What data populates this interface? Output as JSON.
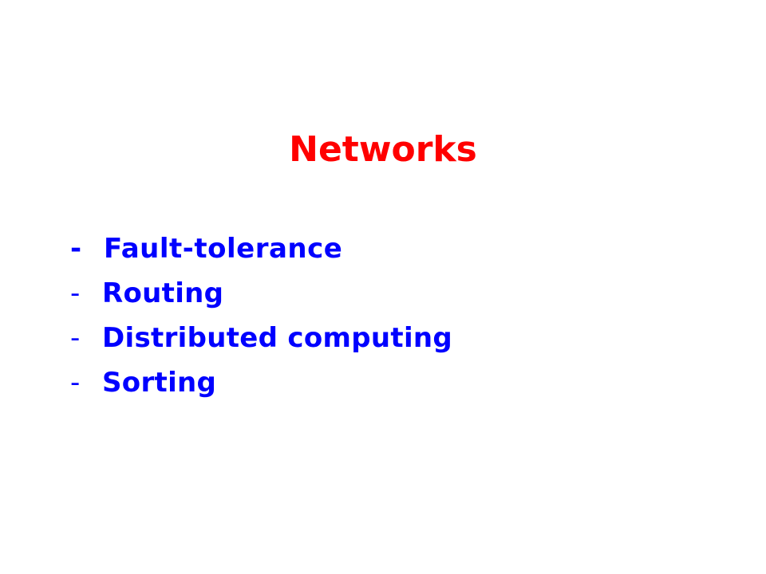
{
  "slide": {
    "title": "Networks",
    "bullets": [
      {
        "dash": "-",
        "text": "Fault-tolerance"
      },
      {
        "dash": "-",
        "text": "Routing"
      },
      {
        "dash": "-",
        "text": "Distributed computing"
      },
      {
        "dash": "-",
        "text": "Sorting"
      }
    ]
  },
  "colors": {
    "title": "#ff0000",
    "bullets": "#0000ff",
    "background": "#ffffff"
  }
}
